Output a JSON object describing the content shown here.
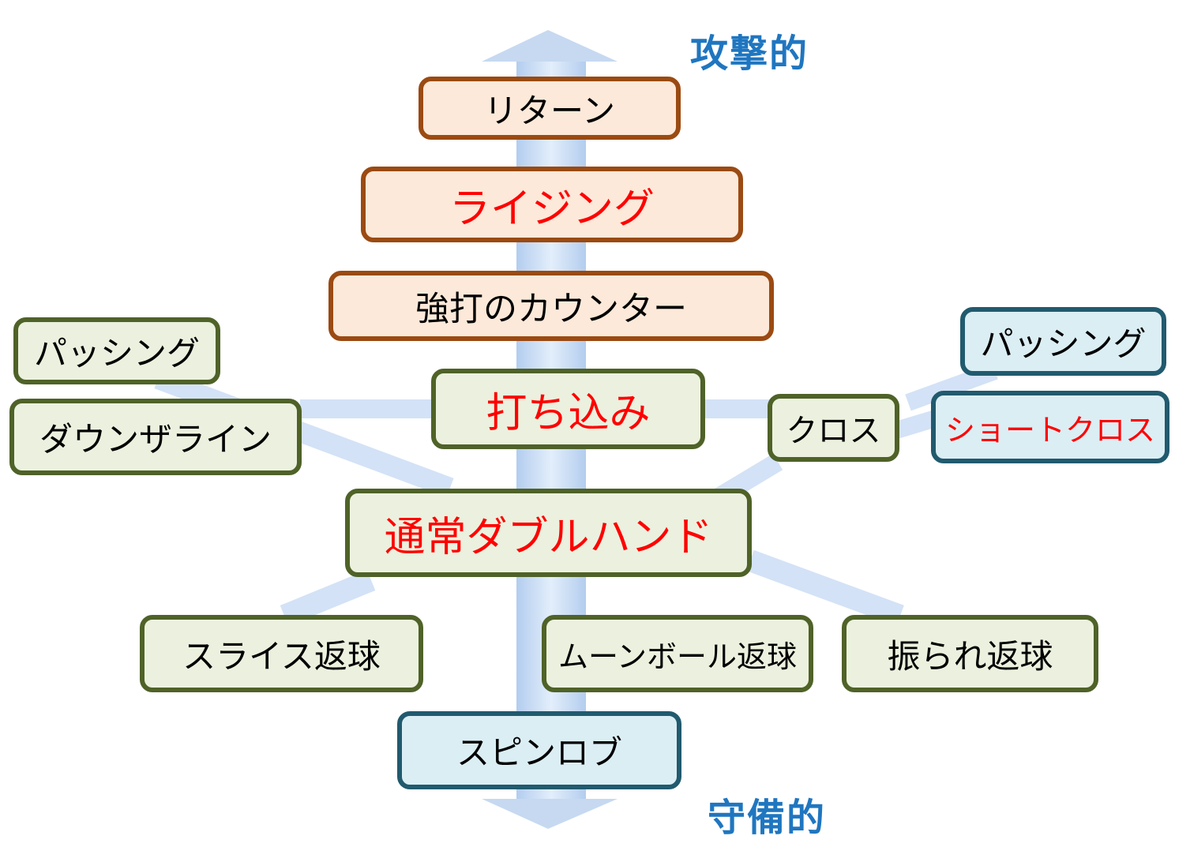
{
  "axis": {
    "top_label": "攻撃的",
    "bottom_label": "守備的"
  },
  "nodes": {
    "return": "リターン",
    "rising": "ライジング",
    "counter": "強打のカウンター",
    "uchikomi": "打ち込み",
    "passing_left": "パッシング",
    "down_the_line": "ダウンザライン",
    "cross": "クロス",
    "passing_right": "パッシング",
    "short_cross": "ショートクロス",
    "normal_double": "通常ダブルハンド",
    "slice_return": "スライス返球",
    "moonball_return": "ムーンボール返球",
    "pushed_return": "振られ返球",
    "spin_lob": "スピンロブ"
  },
  "colors": {
    "axis_label": "#1f76c0",
    "highlight_text": "#ff0000",
    "orange_fill": "#fde9d9",
    "orange_border": "#9b4a12",
    "green_fill": "#ebf1de",
    "green_border": "#4f6228",
    "blue_fill": "#dbeef4",
    "blue_border": "#215a6e",
    "arrow": "#c6d9f1"
  }
}
